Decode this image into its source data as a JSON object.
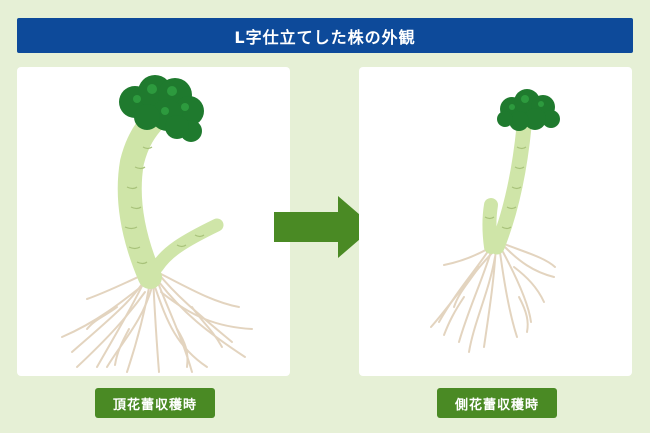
{
  "title": "L字仕立てした株の外観",
  "panels": [
    {
      "label": "頂花蕾収穫時"
    },
    {
      "label": "側花蕾収穫時"
    }
  ],
  "colors": {
    "title_bg": "#0d4a9a",
    "label_bg": "#4a8a24",
    "arrow": "#4a8a24",
    "background": "#e6f0d6",
    "floret": "#1f7a2e",
    "stem": "#cfe5a8",
    "root": "#e3d4bf"
  },
  "icons": [
    "broccoli-plant-with-head",
    "broccoli-plant-with-side-shoot",
    "right-arrow-icon"
  ]
}
